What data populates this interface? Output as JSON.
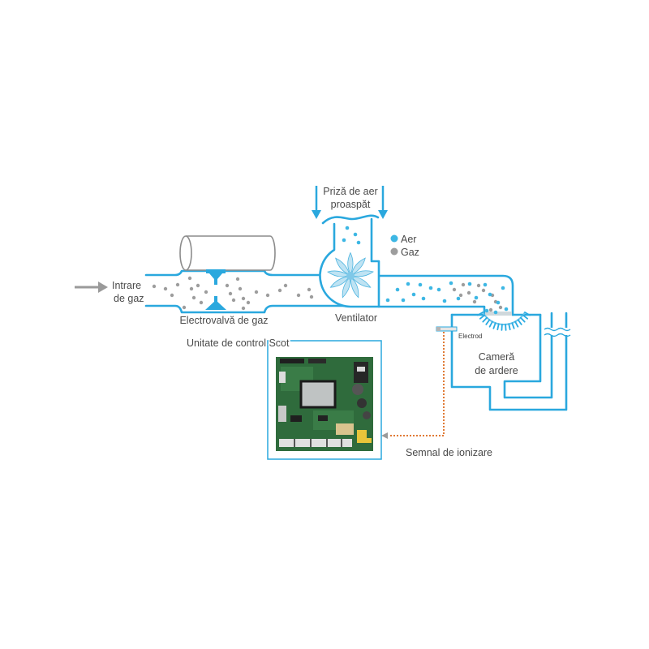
{
  "labels": {
    "gas_inlet": {
      "line1": "Intrare",
      "line2": "de gaz"
    },
    "gas_valve": "Electrovalvă de gaz",
    "fresh_air": {
      "line1": "Priză de aer",
      "line2": "proaspăt"
    },
    "legend": {
      "air": "Aer",
      "gas": "Gaz"
    },
    "fan": "Ventilator",
    "electrode": "Electrod",
    "combustion_chamber": {
      "line1": "Cameră",
      "line2": "de ardere"
    },
    "control_unit": "Unitate de control Scot",
    "ionization_signal": "Semnal de ionizare"
  },
  "colors": {
    "pipe": "#2aa8de",
    "air": "#3db7e4",
    "gas": "#9d9d9d",
    "signal": "#e07a35",
    "pcb": "#2f6b3c",
    "text": "#4a4a4a"
  }
}
